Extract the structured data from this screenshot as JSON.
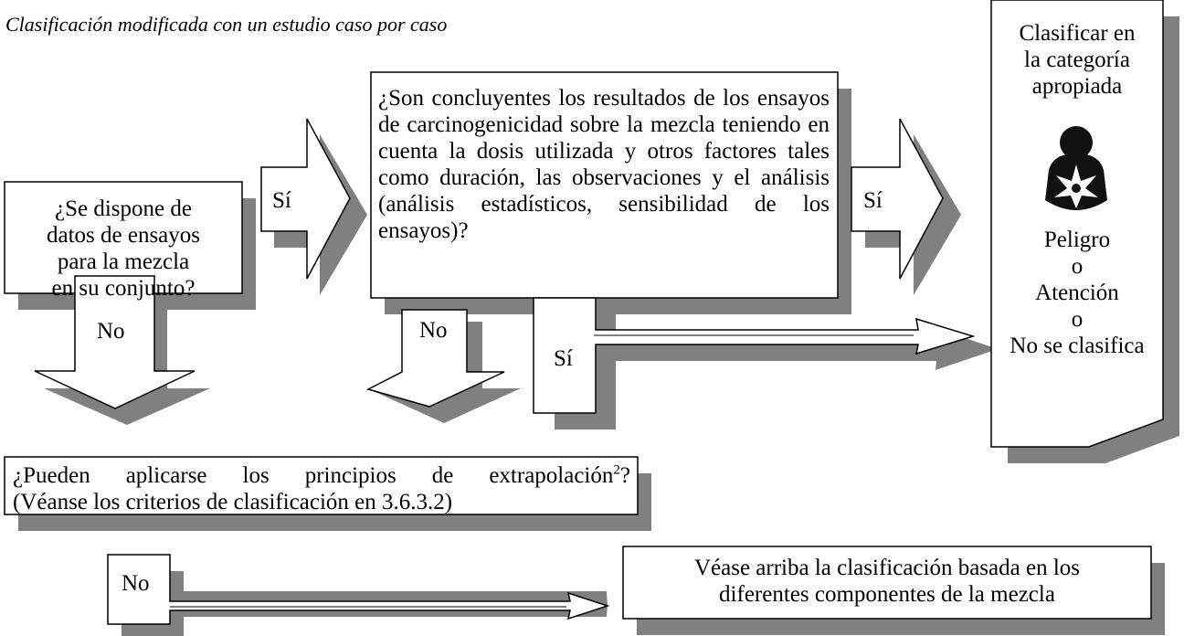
{
  "title": "Clasificación modificada con un estudio caso por caso",
  "box_data_available": {
    "lines": [
      "¿Se dispone de",
      "datos  de ensayos",
      "para la mezcla",
      "en su conjunto?"
    ]
  },
  "box_conclusive": {
    "text": "¿Son concluyentes los resultados de los ensayos de carcinogenicidad sobre la mezcla teniendo en cuenta la dosis utilizada y otros factores tales como duración, las observaciones y el análisis (análisis estadísticos, sensibilidad de los ensayos)?"
  },
  "box_classify": {
    "lines": [
      "Clasificar en",
      "la categoría",
      "apropiada"
    ],
    "outcomes": [
      "Peligro",
      "o",
      "Atención",
      "o",
      "No se clasifica"
    ],
    "symbol": "health-hazard-pictogram"
  },
  "box_bridging": {
    "line1": "¿Pueden aplicarse los principios de extrapolación",
    "footnote": "2",
    "line1_end": "?",
    "line2": "(Véanse los criterios de clasificación en 3.6.3.2)"
  },
  "box_see_above": {
    "lines": [
      "Véase arriba la clasificación basada en los",
      "diferentes componentes de la mezcla"
    ]
  },
  "arrows": {
    "yes1": "Sí",
    "yes2": "Sí",
    "yes3": "Sí",
    "no1": "No",
    "no2": "No",
    "no3": "No"
  },
  "colors": {
    "shadow": "#808080",
    "ink": "#000000",
    "fill": "#ffffff"
  }
}
